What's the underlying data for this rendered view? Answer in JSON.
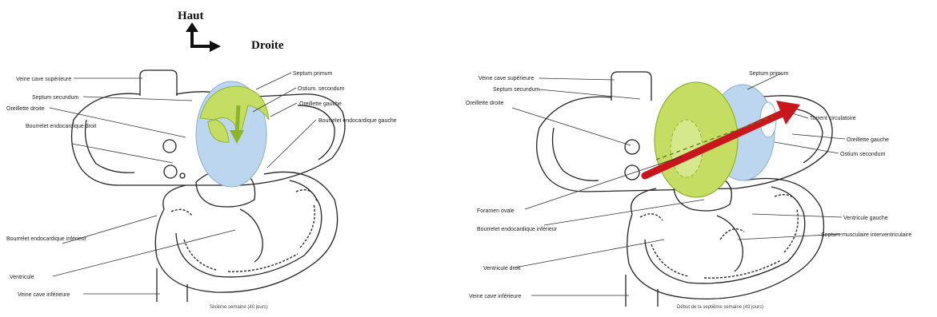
{
  "orientation": {
    "up_label": "Haut",
    "right_label": "Droite"
  },
  "left_panel": {
    "labels": [
      "Veine cave supérieure",
      "Septum secundum",
      "Oreillette droite",
      "Bourrelet endocardique droit",
      "Septum primum",
      "Ostium. secondum",
      "Oreillette gauche",
      "Bourrelet endocardique gauche",
      "Bourrelet endocardique inférieur",
      "Ventricule",
      "Veine cave inférieure"
    ],
    "caption": "Sixième semaine (40 jours)"
  },
  "right_panel": {
    "labels": [
      "Veine cave supérieure",
      "Septum secundum",
      "Oreillette droite",
      "Septum primum",
      "Torrent circulatoire",
      "Oreillette gauche",
      "Ostium secondum",
      "Foramen ovale",
      "Bourrelet endocardique inférieur",
      "Ventricule gauche",
      "Septum musculaire interventriculaire",
      "Ventricule droit",
      "Veine cave inférieure"
    ],
    "caption": "Début de la septième semaine (43 jours)"
  },
  "colors": {
    "septum_primum_green": "#c5dd63",
    "septum_green_dark": "#8db52a",
    "ostium_blue": "#bcd6f0",
    "flow_arrow_red": "#c8161c"
  }
}
